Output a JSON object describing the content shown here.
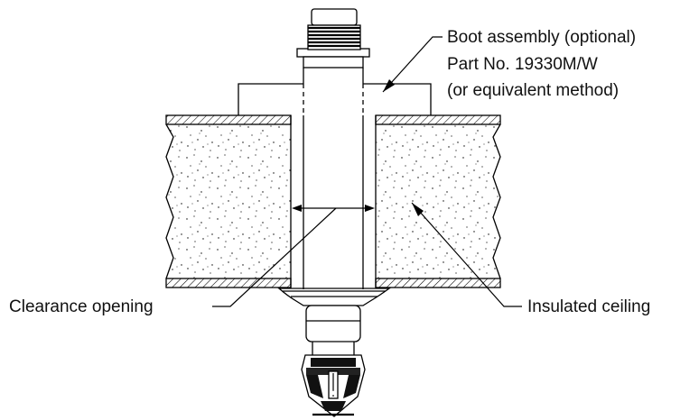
{
  "callouts": {
    "boot": {
      "line1": "Boot assembly (optional)",
      "line2": "Part No. 19330M/W",
      "line3": "(or equivalent method)"
    },
    "clearance": "Clearance opening",
    "ceiling": "Insulated ceiling"
  },
  "colors": {
    "stroke": "#000000",
    "background": "#ffffff"
  }
}
